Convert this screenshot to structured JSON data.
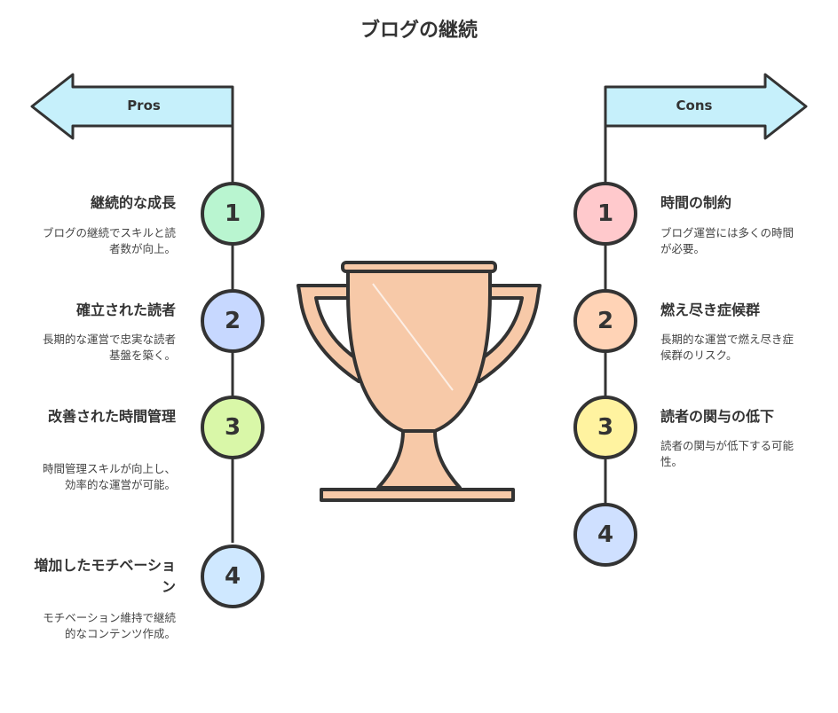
{
  "title": "ブログの継続",
  "pros": {
    "label": "Pros",
    "items": [
      {
        "number": "1",
        "heading": "継続的な成長",
        "description": "ブログの継続でスキルと読者数が向上。",
        "color": "#b9f5d0"
      },
      {
        "number": "2",
        "heading": "確立された読者",
        "description": "長期的な運営で忠実な読者基盤を築く。",
        "color": "#c7d8ff"
      },
      {
        "number": "3",
        "heading": "改善された時間管理",
        "description": "時間管理スキルが向上し、効率的な運営が可能。",
        "color": "#d9f7a8"
      },
      {
        "number": "4",
        "heading": "増加したモチベーション",
        "description": "モチベーション維持で継続的なコンテンツ作成。",
        "color": "#cfe8ff"
      }
    ]
  },
  "cons": {
    "label": "Cons",
    "items": [
      {
        "number": "1",
        "heading": "時間の制約",
        "description": "ブログ運営には多くの時間が必要。",
        "color": "#ffc9cc"
      },
      {
        "number": "2",
        "heading": "燃え尽き症候群",
        "description": "長期的な運営で燃え尽き症候群のリスク。",
        "color": "#ffd3b6"
      },
      {
        "number": "3",
        "heading": "読者の関与の低下",
        "description": "読者の関与が低下する可能性。",
        "color": "#fff3a0"
      },
      {
        "number": "4",
        "heading": "",
        "description": "",
        "color": "#cfe0ff"
      }
    ]
  },
  "colors": {
    "banner": "#c6f0fb",
    "trophy": "#f7c9a8",
    "stroke": "#333333"
  }
}
